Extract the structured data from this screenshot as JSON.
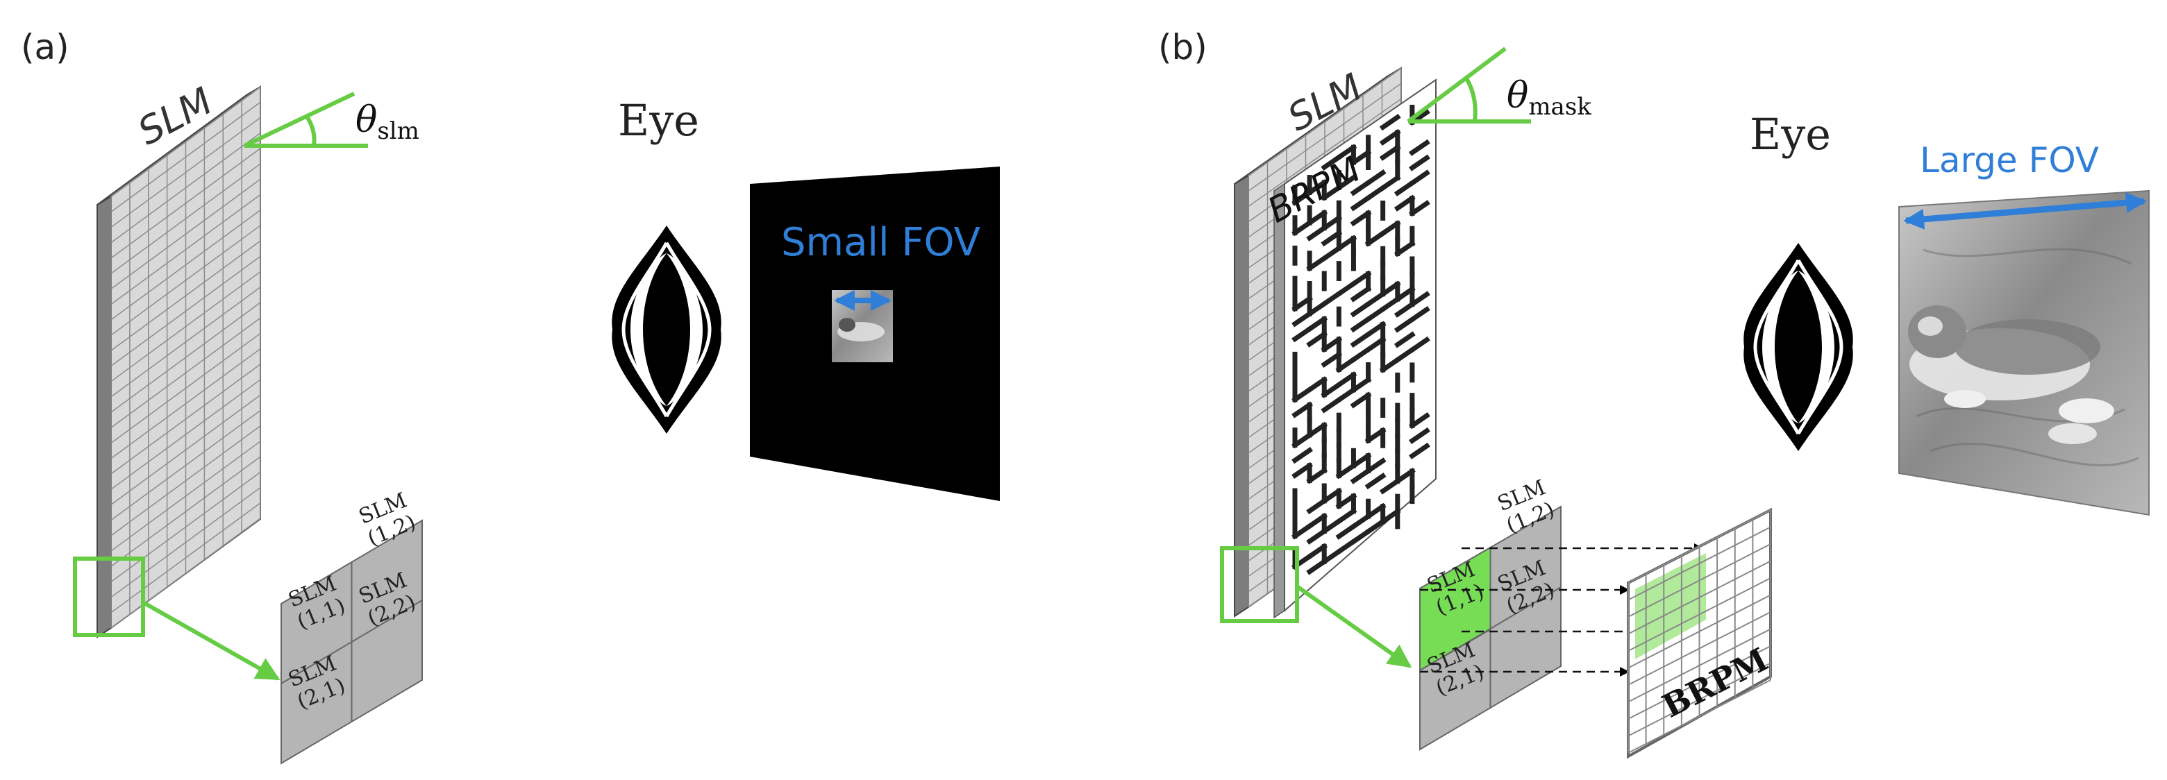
{
  "panels": {
    "a": {
      "label": "(a)",
      "slm_label": "SLM",
      "theta_symbol": "θ",
      "theta_sub": "slm",
      "eye_label": "Eye",
      "fov_label": "Small FOV",
      "cells": [
        "SLM\n(1,1)",
        "SLM\n(1,2)",
        "SLM\n(2,1)",
        "SLM\n(2,2)"
      ]
    },
    "b": {
      "label": "(b)",
      "slm_label": "SLM",
      "mask_label": "BRPM",
      "theta_symbol": "θ",
      "theta_sub": "mask",
      "eye_label": "Eye",
      "fov_label": "Large FOV",
      "cells": [
        "SLM\n(1,1)",
        "SLM\n(1,2)",
        "SLM\n(2,1)",
        "SLM\n(2,2)"
      ],
      "grid_label": "BRPM"
    }
  },
  "colors": {
    "accent_green": "#66cc44",
    "highlight_green": "#77dd55",
    "fov_blue": "#2f7fd8",
    "screen_black": "#000000",
    "panel_gray": "#b5b5b5"
  }
}
